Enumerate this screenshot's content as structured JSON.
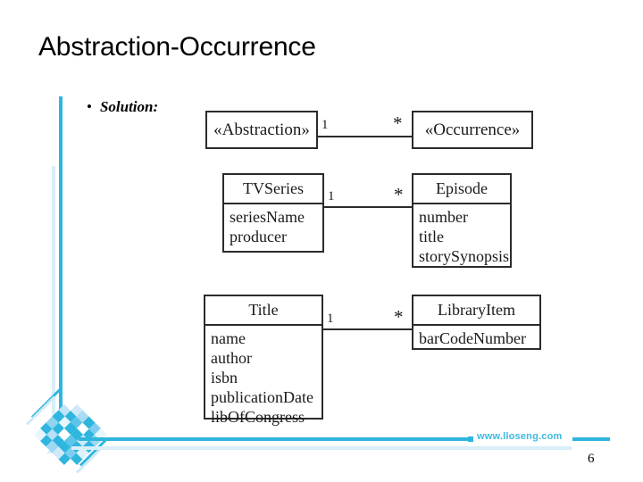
{
  "slide": {
    "title": "Abstraction-Occurrence",
    "page_number": "6",
    "footer_url": "www.lloseng.com",
    "accent_color": "#2fb6de",
    "accent_light_color": "#d8eef8",
    "footer_text_color": "#3fb9e0"
  },
  "bullet": {
    "marker": "•",
    "text": "Solution:"
  },
  "diagram": {
    "rows": [
      {
        "left": {
          "name": "«Abstraction»",
          "attributes": []
        },
        "right": {
          "name": "«Occurrence»",
          "attributes": []
        },
        "multiplicity_left": "1",
        "multiplicity_right": "*"
      },
      {
        "left": {
          "name": "TVSeries",
          "attributes": [
            "seriesName",
            "producer"
          ]
        },
        "right": {
          "name": "Episode",
          "attributes": [
            "number",
            "title",
            "storySynopsis"
          ]
        },
        "multiplicity_left": "1",
        "multiplicity_right": "*"
      },
      {
        "left": {
          "name": "Title",
          "attributes": [
            "name",
            "author",
            "isbn",
            "publicationDate",
            "libOfCongress"
          ]
        },
        "right": {
          "name": "LibraryItem",
          "attributes": [
            "barCodeNumber"
          ]
        },
        "multiplicity_left": "1",
        "multiplicity_right": "*"
      }
    ]
  },
  "decoration": {
    "diamond_tiles": [
      "#ffffff",
      "#cfe9f8",
      "#a9dcf4",
      "#2fb6de",
      "#7fcdef",
      "#e8f6fc",
      "#bfe4f7",
      "#2fb6de",
      "#5ec4ea",
      "#ffffff",
      "#2fb6de",
      "#9ed8f2",
      "#2fb6de",
      "#e8f6fc",
      "#2fb6de",
      "#2fb6de",
      "#cfe9f8",
      "#2fb6de",
      "#8ed3f0",
      "#2fb6de",
      "#ffffff",
      "#5ec4ea",
      "#2fb6de",
      "#dff1fa",
      "#2fb6de",
      "#b6e1f6",
      "#2fb6de",
      "#2fb6de",
      "#7fcdef",
      "#2fb6de",
      "#e8f6fc",
      "#2fb6de",
      "#9ed8f2",
      "#cfe9f8",
      "#2fb6de",
      "#ffffff"
    ]
  }
}
